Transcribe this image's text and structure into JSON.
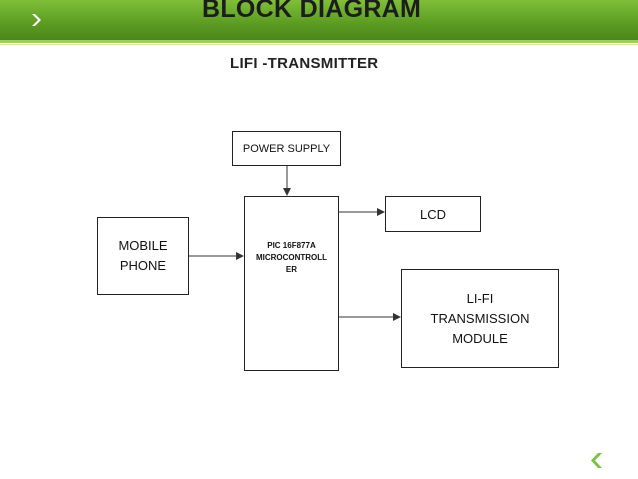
{
  "slide": {
    "title": "BLOCK DIAGRAM",
    "subtitle": "LIFI -TRANSMITTER"
  },
  "diagram": {
    "blocks": {
      "power_supply": "POWER SUPPLY",
      "mobile_phone": "MOBILE\nPHONE",
      "microcontroller": "PIC 16F877A\nMICROCONTROLL\nER",
      "lcd": "LCD",
      "lifi_module": "LI-FI\nTRANSMISSION\nMODULE"
    }
  },
  "colors": {
    "banner_green": "#5e9e23",
    "accent_light": "#9fcf5a",
    "chevron_green": "#7cc242"
  },
  "icons": {
    "header": "chevron-right-icon",
    "footer": "chevron-left-icon"
  }
}
